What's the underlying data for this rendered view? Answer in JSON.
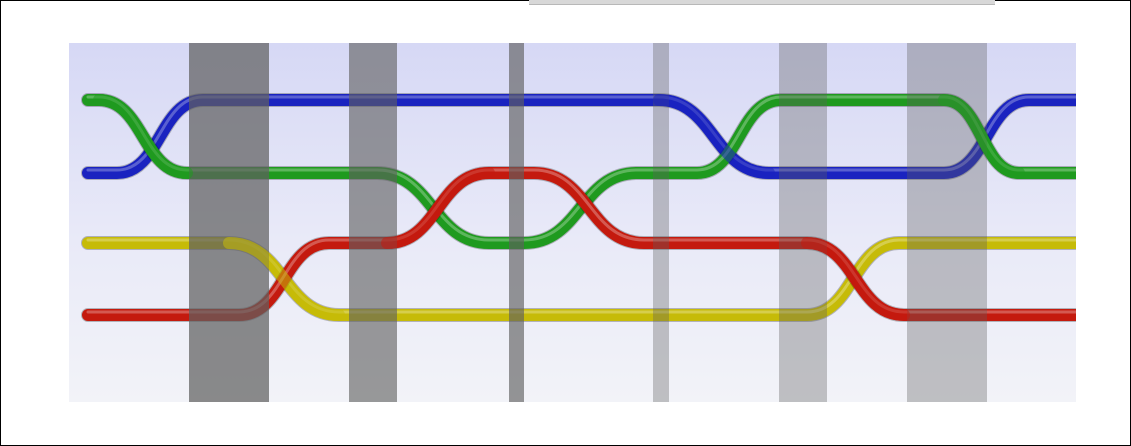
{
  "diagram": {
    "type": "braid-diagram",
    "background": {
      "top": "#d6d8f5",
      "middle": "#e9eaf8",
      "bottom": "#f2f3f8"
    },
    "strand_colors": {
      "blue": "#1a23c0",
      "green": "#1f9a1f",
      "yellow": "#c6bb08",
      "red": "#c41a0e"
    },
    "rod_color": "#5f5f5f",
    "strand_count": 4,
    "rod_count": 6,
    "crossings": [
      {
        "strands": [
          "green",
          "blue"
        ],
        "over": "green"
      },
      {
        "strands": [
          "red",
          "yellow"
        ],
        "over": "yellow"
      },
      {
        "strands": [
          "green",
          "red"
        ],
        "over": "red"
      },
      {
        "strands": [
          "green",
          "blue"
        ],
        "over": "blue"
      },
      {
        "strands": [
          "yellow",
          "red"
        ],
        "over": "red"
      },
      {
        "strands": [
          "green",
          "blue"
        ],
        "over": "green"
      }
    ]
  }
}
